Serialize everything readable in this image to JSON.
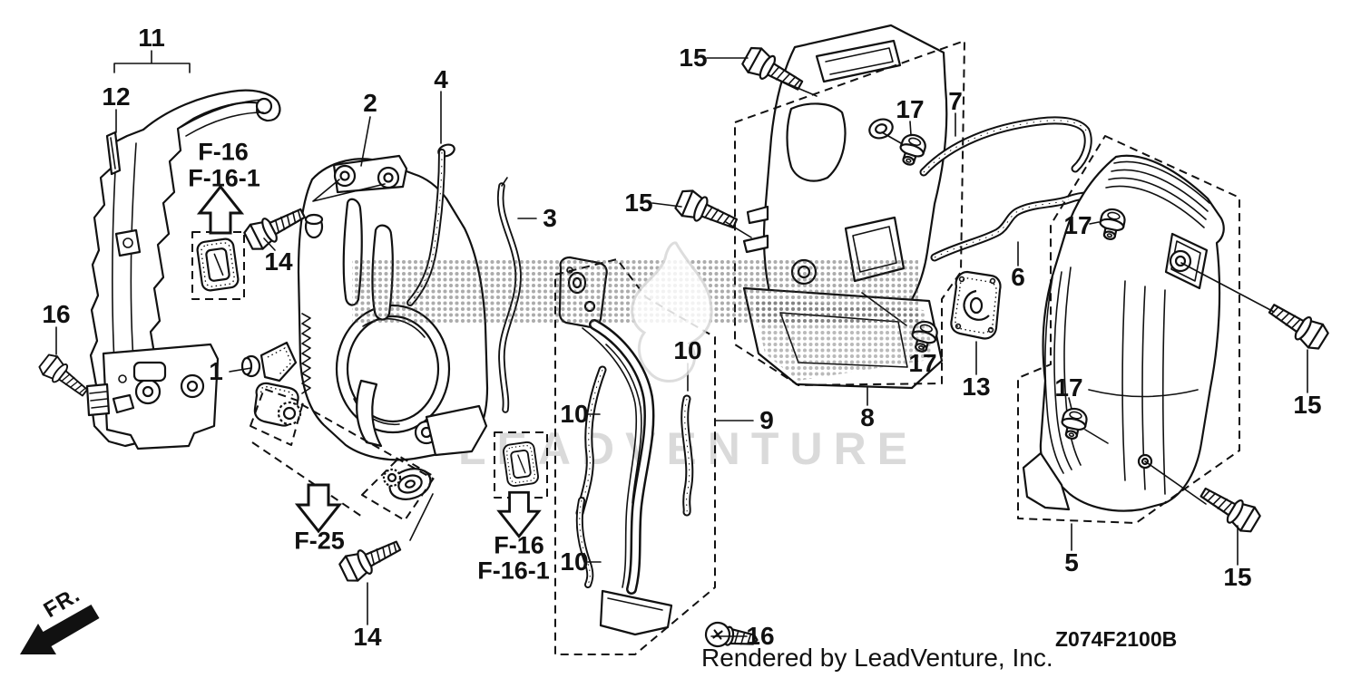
{
  "diagram": {
    "part_code": "Z074F2100B",
    "footer_credit": "Rendered by LeadVenture, Inc.",
    "watermark_text": "LEADVENTURE",
    "front_label": "FR.",
    "colors": {
      "line": "#111111",
      "halftone_dot": "#3a3a3a",
      "watermark_gray": "#d2d2d2",
      "background": "#ffffff"
    },
    "references": [
      {
        "text": "F-16"
      },
      {
        "text": "F-16-1"
      },
      {
        "text": "F-16"
      },
      {
        "text": "F-16-1"
      },
      {
        "text": "F-25"
      }
    ],
    "callouts": [
      {
        "text": "11"
      },
      {
        "text": "12"
      },
      {
        "text": "16"
      },
      {
        "text": "1"
      },
      {
        "text": "2"
      },
      {
        "text": "4"
      },
      {
        "text": "14"
      },
      {
        "text": "14"
      },
      {
        "text": "3"
      },
      {
        "text": "10"
      },
      {
        "text": "10"
      },
      {
        "text": "10"
      },
      {
        "text": "9"
      },
      {
        "text": "15"
      },
      {
        "text": "15"
      },
      {
        "text": "17"
      },
      {
        "text": "7"
      },
      {
        "text": "6"
      },
      {
        "text": "17"
      },
      {
        "text": "13"
      },
      {
        "text": "8"
      },
      {
        "text": "17"
      },
      {
        "text": "17"
      },
      {
        "text": "15"
      },
      {
        "text": "15"
      },
      {
        "text": "5"
      },
      {
        "text": "16"
      }
    ]
  }
}
